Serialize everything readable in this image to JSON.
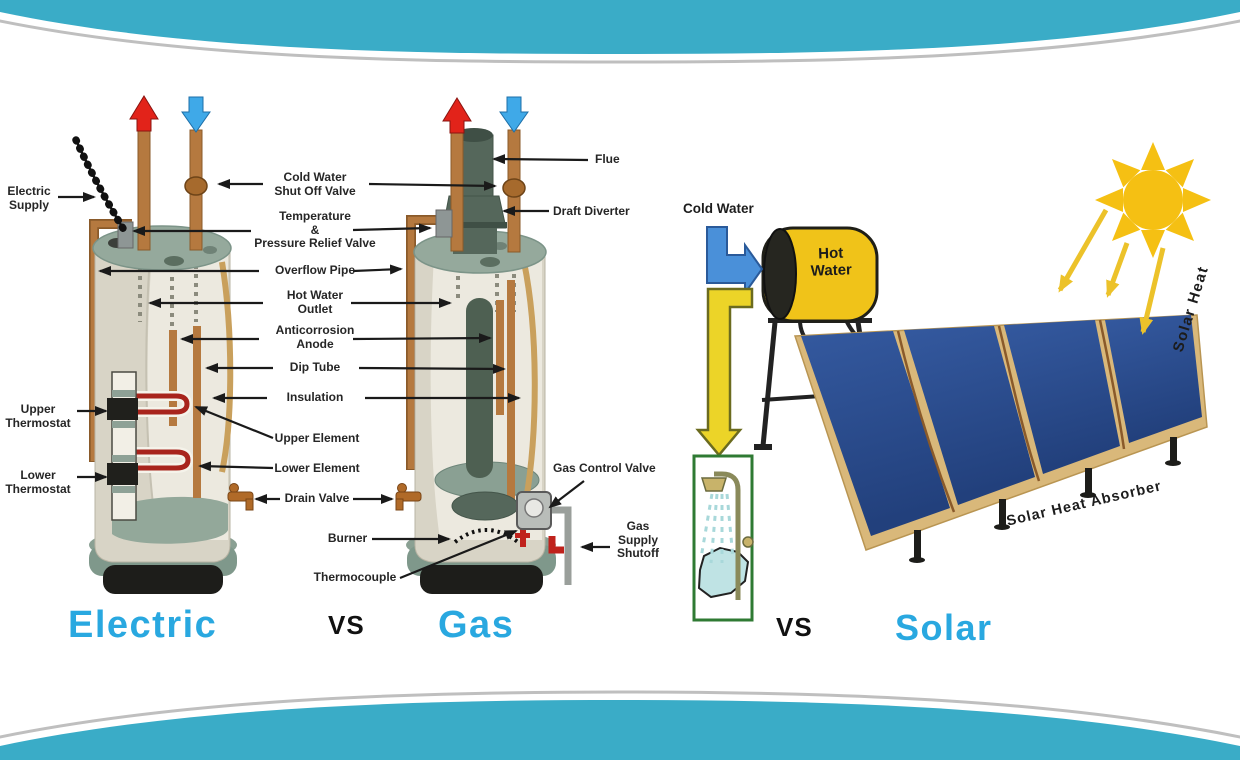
{
  "palette": {
    "band_teal": "#3AACC7",
    "title_blue": "#29A8E0",
    "label_black": "#262626",
    "copper": "#B5793F",
    "tank_beige": "#D8D4C6",
    "tank_top_green": "#95A99C",
    "hot_arrow_red": "#E2231A",
    "cold_arrow_blue": "#3FA9E8",
    "element_red": "#A8241C",
    "solar_tank_yellow": "#F0C319",
    "panel_blue": "#2D4F93",
    "panel_frame_tan": "#D9B87A",
    "sun_yellow": "#F5C013",
    "shower_green": "#2F7A33",
    "water_blue": "#BFE3E4"
  },
  "titles": {
    "electric": "Electric",
    "vs_left": "VS",
    "gas": "Gas",
    "vs_right": "VS",
    "solar": "Solar"
  },
  "electric_labels": {
    "electric_supply": "Electric\nSupply",
    "upper_thermostat": "Upper\nThermostat",
    "lower_thermostat": "Lower\nThermostat"
  },
  "shared_labels": {
    "cold_water_shut_off_valve": "Cold Water\nShut Off Valve",
    "temperature_pressure_relief_valve": "Temperature\n&\nPressure Relief Valve",
    "overflow_pipe": "Overflow Pipe",
    "hot_water_outlet": "Hot Water\nOutlet",
    "anticorrosion_anode": "Anticorrosion\nAnode",
    "dip_tube": "Dip Tube",
    "insulation": "Insulation",
    "upper_element": "Upper Element",
    "lower_element": "Lower Element",
    "drain_valve": "Drain Valve",
    "burner": "Burner",
    "thermocouple": "Thermocouple"
  },
  "gas_labels": {
    "flue": "Flue",
    "draft_diverter": "Draft Diverter",
    "gas_control_valve": "Gas Control Valve",
    "gas_supply_shutoff": "Gas\nSupply\nShutoff"
  },
  "solar_labels": {
    "cold_water": "Cold Water",
    "hot_water": "Hot\nWater",
    "solar_heat": "Solar Heat",
    "solar_heat_absorber": "Solar Heat Absorber"
  }
}
